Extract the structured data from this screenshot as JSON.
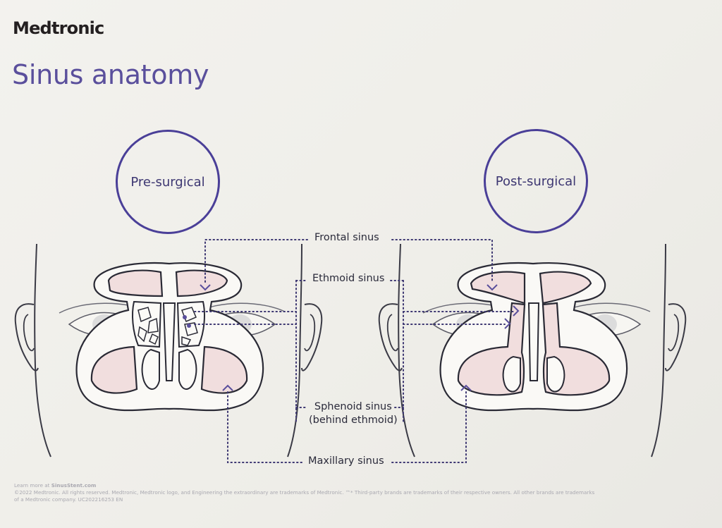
{
  "brand": "Medtronic",
  "title": "Sinus anatomy",
  "panels": {
    "pre": "Pre-surgical",
    "post": "Post-surgical"
  },
  "labels": {
    "frontal": "Frontal sinus",
    "ethmoid": "Ethmoid sinus",
    "sphenoid_line1": "Sphenoid sinus",
    "sphenoid_line2": "(behind ethmoid)",
    "maxillary": "Maxillary sinus"
  },
  "footer": {
    "learn_prefix": "Learn more at ",
    "learn_site": "SinusStent.com",
    "legal_line1": "©2022 Medtronic. All rights reserved. Medtronic, Medtronic logo, and Engineering the extraordinary are trademarks of Medtronic. ™* Third-party brands are trademarks of their respective owners. All other brands are trademarks",
    "legal_line2": "of a Medtronic company.   UC202216253 EN"
  },
  "colors": {
    "accent": "#4a3f98",
    "sinus_fill": "#f1dede",
    "outline": "#2a2a35"
  }
}
